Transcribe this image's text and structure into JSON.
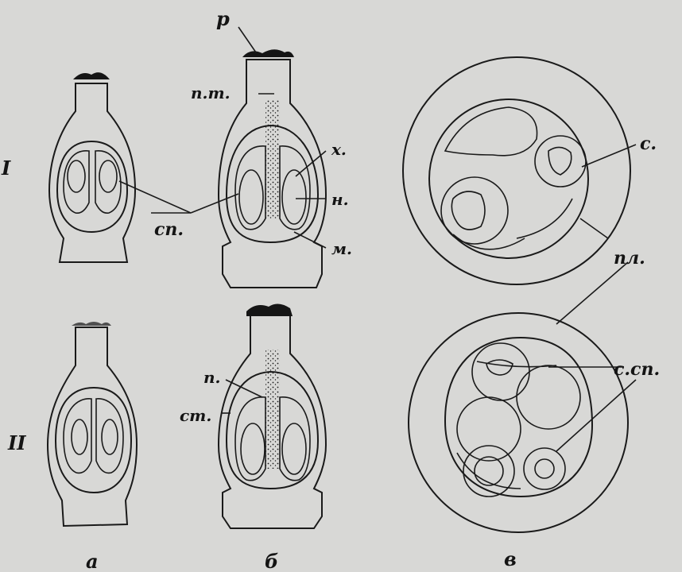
{
  "labels": {
    "p": "р",
    "pt": "п.т.",
    "x": "х.",
    "n": "н.",
    "m": "м.",
    "sp": "сп.",
    "s": "с.",
    "pp": "пл.",
    "ssp": "с.сп.",
    "pn": "п.",
    "st": "ст.",
    "row1": "I",
    "row2": "II",
    "colA": "а",
    "colB": "б",
    "colV": "в"
  },
  "colors": {
    "background": "#d8d8d6",
    "ink": "#1a1a1a",
    "fill": "#cfcfcc"
  }
}
